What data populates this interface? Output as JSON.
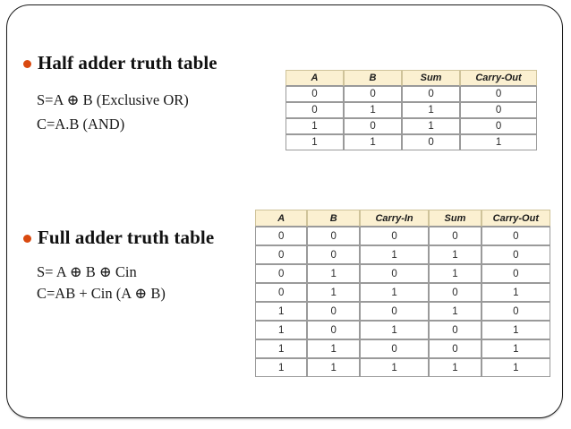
{
  "slide": {
    "theme": {
      "bullet_color": "#d9490f",
      "table_header_bg": "#fbf0d1",
      "border_color": "#1a1a1a",
      "grid_color": "#9a9a9a"
    }
  },
  "half_adder": {
    "heading": "Half adder truth table",
    "bullet_icon": "bullet-dot-icon",
    "equations": [
      "S=A ⊕ B (Exclusive OR)",
      "C=A.B (AND)"
    ],
    "table": {
      "headers": [
        "A",
        "B",
        "Sum",
        "Carry-Out"
      ],
      "rows": [
        [
          "0",
          "0",
          "0",
          "0"
        ],
        [
          "0",
          "1",
          "1",
          "0"
        ],
        [
          "1",
          "0",
          "1",
          "0"
        ],
        [
          "1",
          "1",
          "0",
          "1"
        ]
      ]
    }
  },
  "full_adder": {
    "heading": "Full adder truth table",
    "bullet_icon": "bullet-dot-icon",
    "equations": [
      "S= A ⊕ B ⊕ Cin",
      "C=AB + Cin (A ⊕ B)"
    ],
    "table": {
      "headers": [
        "A",
        "B",
        "Carry-In",
        "Sum",
        "Carry-Out"
      ],
      "rows": [
        [
          "0",
          "0",
          "0",
          "0",
          "0"
        ],
        [
          "0",
          "0",
          "1",
          "1",
          "0"
        ],
        [
          "0",
          "1",
          "0",
          "1",
          "0"
        ],
        [
          "0",
          "1",
          "1",
          "0",
          "1"
        ],
        [
          "1",
          "0",
          "0",
          "1",
          "0"
        ],
        [
          "1",
          "0",
          "1",
          "0",
          "1"
        ],
        [
          "1",
          "1",
          "0",
          "0",
          "1"
        ],
        [
          "1",
          "1",
          "1",
          "1",
          "1"
        ]
      ]
    }
  }
}
